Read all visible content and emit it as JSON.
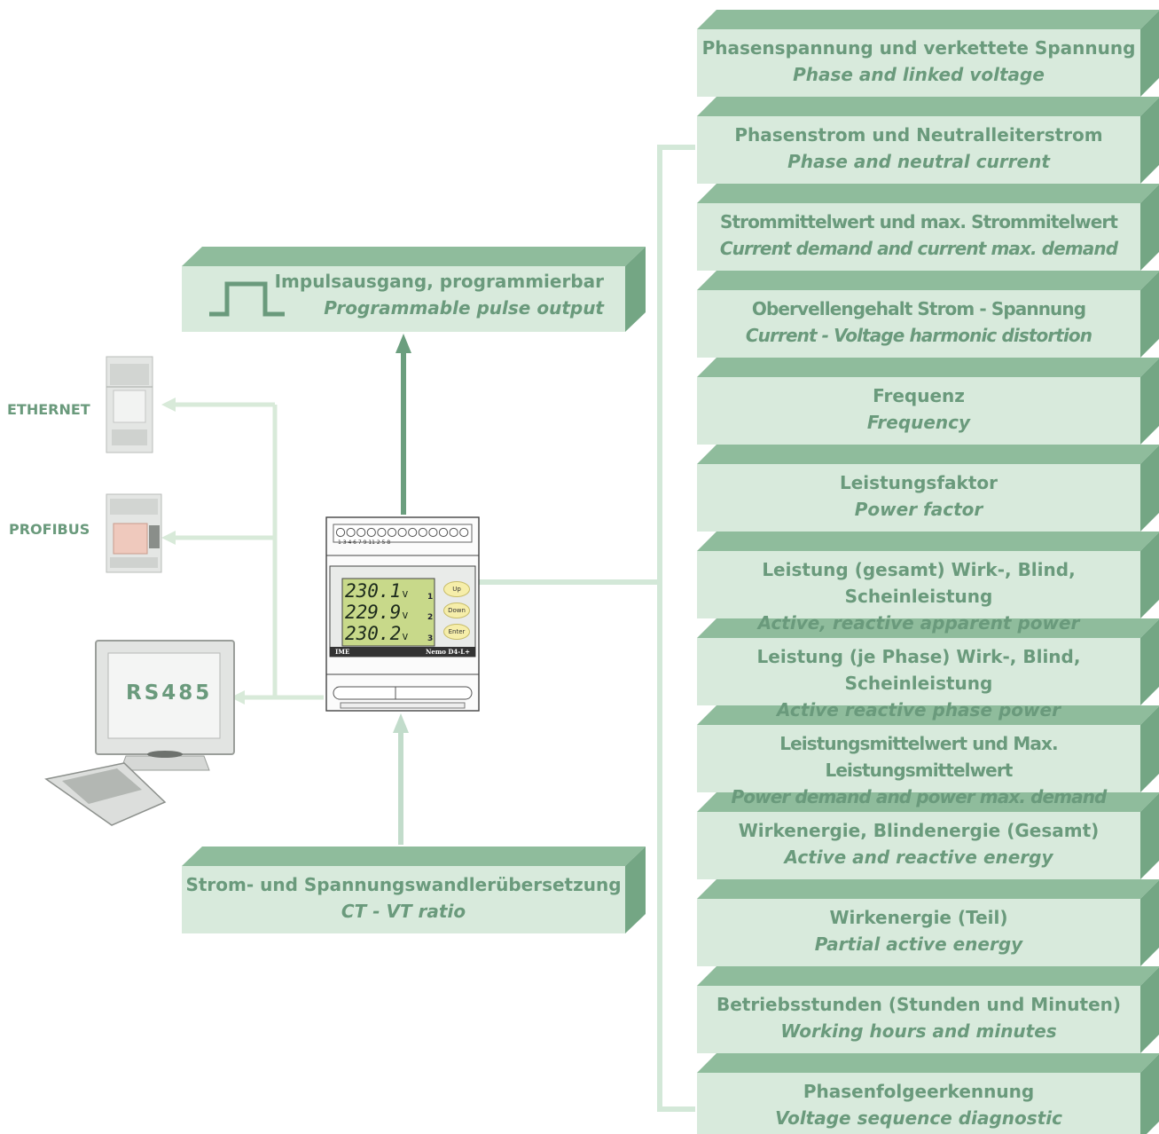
{
  "colors": {
    "box_face": "#d8eadc",
    "box_top": "#8fbc9c",
    "box_side": "#74a684",
    "line_light": "#d3e8d8",
    "arrow_dark": "#6b9e7e",
    "text_green": "#6a9a7c"
  },
  "features": [
    {
      "de": "Phasenspannung und verkettete Spannung",
      "en": "Phase and linked voltage"
    },
    {
      "de": "Phasenstrom und Neutralleiterstrom",
      "en": "Phase and neutral current"
    },
    {
      "de": "Strommittelwert und max. Strommitelwert",
      "en": "Current demand and current max. demand"
    },
    {
      "de": "Obervellengehalt Strom - Spannung",
      "en": "Current - Voltage harmonic distortion"
    },
    {
      "de": "Frequenz",
      "en": "Frequency"
    },
    {
      "de": "Leistungsfaktor",
      "en": "Power factor"
    },
    {
      "de": "Leistung (gesamt) Wirk-, Blind, Scheinleistung",
      "en": "Active, reactive apparent power"
    },
    {
      "de": "Leistung (je Phase) Wirk-, Blind, Scheinleistung",
      "en": "Active reactive phase power"
    },
    {
      "de": "Leistungsmittelwert und Max. Leistungsmittelwert",
      "en": "Power demand and power max. demand"
    },
    {
      "de": "Wirkenergie, Blindenergie (Gesamt)",
      "en": "Active and reactive energy"
    },
    {
      "de": "Wirkenergie (Teil)",
      "en": "Partial active energy"
    },
    {
      "de": "Betriebsstunden (Stunden und Minuten)",
      "en": "Working hours and minutes"
    },
    {
      "de": "Phasenfolgeerkennung",
      "en": "Voltage sequence diagnostic"
    }
  ],
  "pulse": {
    "de": "Impulsausgang, programmierbar",
    "en": "Programmable pulse output"
  },
  "ctvt": {
    "de": "Strom- und Spannungswandlerübersetzung",
    "en": "CT - VT ratio"
  },
  "comms": {
    "ethernet": "ETHERNET",
    "profibus": "PROFIBUS",
    "rs485": "RS485"
  },
  "meter": {
    "readings": [
      {
        "value": "230.1",
        "unit": "v",
        "phase": "1"
      },
      {
        "value": "229.9",
        "unit": "v",
        "phase": "2"
      },
      {
        "value": "230.2",
        "unit": "v",
        "phase": "3"
      }
    ],
    "buttons": {
      "up": "Up",
      "down": "Down",
      "enter": "Enter"
    },
    "brand_left": "IME",
    "brand_right": "Nemo D4-L+",
    "terminals": "1 3 4 6 7 9 11  2  5  8"
  }
}
